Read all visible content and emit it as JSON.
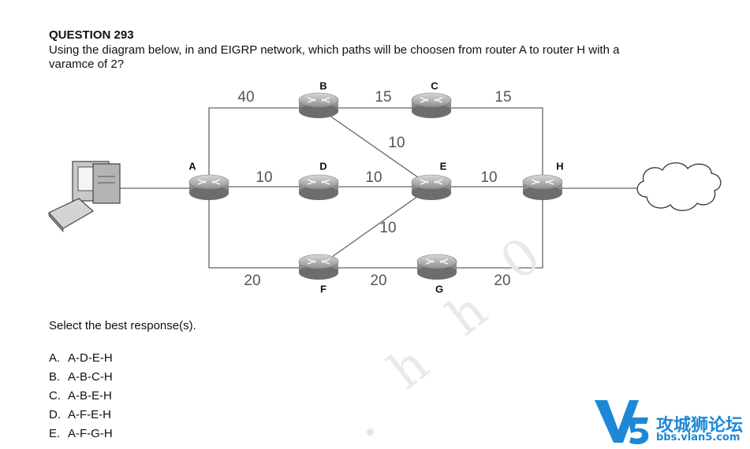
{
  "question": {
    "title": "QUESTION 293",
    "text": "Using the diagram below, in and EIGRP network, which paths will be choosen from router A to router H with a varamce of 2?"
  },
  "diagram": {
    "routers": [
      "A",
      "B",
      "C",
      "D",
      "E",
      "F",
      "G",
      "H"
    ],
    "links": [
      {
        "from": "A",
        "to": "B",
        "cost": "40"
      },
      {
        "from": "B",
        "to": "C",
        "cost": "15"
      },
      {
        "from": "C",
        "to": "H",
        "cost": "15"
      },
      {
        "from": "B",
        "to": "E",
        "cost": "10"
      },
      {
        "from": "A",
        "to": "D",
        "cost": "10"
      },
      {
        "from": "D",
        "to": "E",
        "cost": "10"
      },
      {
        "from": "E",
        "to": "H",
        "cost": "10"
      },
      {
        "from": "F",
        "to": "E",
        "cost": "10"
      },
      {
        "from": "A",
        "to": "F",
        "cost": "20"
      },
      {
        "from": "F",
        "to": "G",
        "cost": "20"
      },
      {
        "from": "G",
        "to": "H",
        "cost": "20"
      }
    ],
    "colors": {
      "label": "#555555",
      "router_body": "#9a9a9a",
      "line": "#666666"
    }
  },
  "prompt": "Select the best response(s).",
  "options": [
    {
      "letter": "A.",
      "text": "A-D-E-H"
    },
    {
      "letter": "B.",
      "text": "A-B-C-H"
    },
    {
      "letter": "C.",
      "text": "A-B-E-H"
    },
    {
      "letter": "D.",
      "text": "A-F-E-H"
    },
    {
      "letter": "E.",
      "text": "A-F-G-H"
    }
  ],
  "watermark": {
    "letters": [
      "h",
      "h",
      "0"
    ]
  },
  "logo": {
    "mark": "V5",
    "name": "攻城狮论坛",
    "url": "bbs.vlan5.com",
    "color": "#1e88d6"
  }
}
